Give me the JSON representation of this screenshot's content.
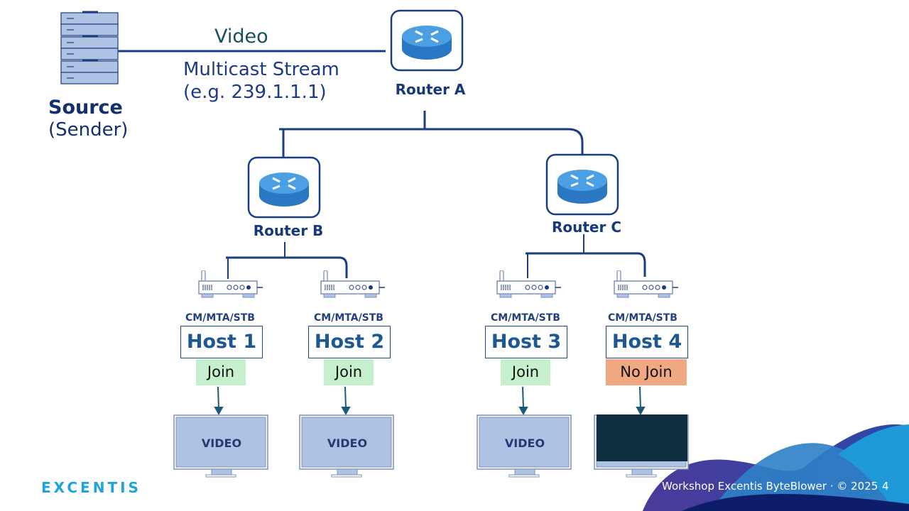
{
  "source": {
    "title": "Source",
    "subtitle": "(Sender)"
  },
  "stream": {
    "label_top": "Video",
    "label_line1": "Multicast Stream",
    "label_line2": "(e.g. 239.1.1.1)"
  },
  "routers": [
    {
      "id": "A",
      "label": "Router A"
    },
    {
      "id": "B",
      "label": "Router B"
    },
    {
      "id": "C",
      "label": "Router C"
    }
  ],
  "hosts": [
    {
      "device_label": "CM/MTA/STB",
      "name": "Host 1",
      "status": "Join",
      "screen": "VIDEO",
      "joined": true
    },
    {
      "device_label": "CM/MTA/STB",
      "name": "Host 2",
      "status": "Join",
      "screen": "VIDEO",
      "joined": true
    },
    {
      "device_label": "CM/MTA/STB",
      "name": "Host 3",
      "status": "Join",
      "screen": "VIDEO",
      "joined": true
    },
    {
      "device_label": "CM/MTA/STB",
      "name": "Host 4",
      "status": "No Join",
      "screen": "",
      "joined": false
    }
  ],
  "colors": {
    "line": "#1b3d7e",
    "join": "#c6efce",
    "no_join": "#f0a883",
    "screen_on": "#aec3e4",
    "screen_off": "#0e2e40",
    "brand": "#1ea3dd"
  },
  "footer": {
    "logo": "EXCENTIS",
    "text": "Workshop Excentis ByteBlower · © 2025",
    "page": "4"
  }
}
